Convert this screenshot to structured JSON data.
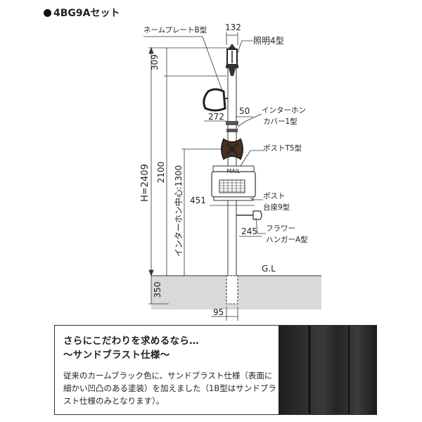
{
  "set_title": "4BG9Aセット",
  "labels": {
    "nameplate": "ネームプレートB型",
    "width_top": "132",
    "lighting": "照明4型",
    "dim_309": "309",
    "dim_272": "272",
    "dim_50": "50",
    "intercom_cover_1": "インターホン",
    "intercom_cover_2": "カバー1型",
    "post_t5": "ポストT5型",
    "mail": "MAIL",
    "height_total": "H=2409",
    "dim_2100": "2100",
    "intercom_center": "インターホン中心:1300",
    "dim_451": "451",
    "post_base_1": "ポスト",
    "post_base_2": "台座9型",
    "dim_245": "245",
    "flower_hanger_1": "フラワー",
    "flower_hanger_2": "ハンガーA型",
    "gl": "G.L",
    "dim_350": "350",
    "dim_95": "95"
  },
  "info_box": {
    "heading_line1": "さらにこだわりを求めるなら…",
    "heading_line2": "～サンドブラスト仕様～",
    "body": "従来のカームブラック色に、サンドブラスト仕様（表面に細かい凹凸のある塗装）を加えました（1B型はサンドブラスト仕様のみとなります）。"
  },
  "colors": {
    "ground": "#d9d9d9",
    "pole": "#ffffff",
    "swatch": "#2a2a2a"
  }
}
